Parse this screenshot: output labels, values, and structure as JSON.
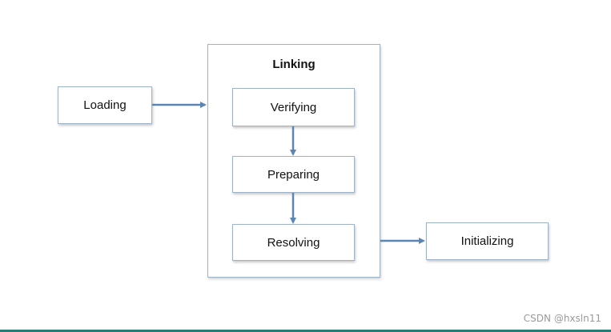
{
  "diagram": {
    "loading_label": "Loading",
    "linking": {
      "title": "Linking",
      "steps": [
        "Verifying",
        "Preparing",
        "Resolving"
      ]
    },
    "initializing_label": "Initializing",
    "colors": {
      "border": "#9fb3c8",
      "arrow": "#5b86b3"
    }
  },
  "watermark": "CSDN @hxsln11"
}
